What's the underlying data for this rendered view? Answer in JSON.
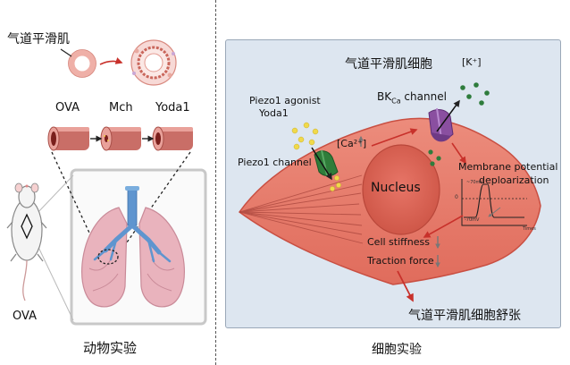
{
  "left_panel": {
    "label_asm": "气道平滑肌",
    "label_ova_top": "OVA",
    "label_mch": "Mch",
    "label_yoda1": "Yoda1",
    "label_ova_mouse": "OVA",
    "caption": "动物实验"
  },
  "right_panel": {
    "title": "气道平滑肌细胞",
    "k_ion": "[K⁺]",
    "bkca_main": "BK",
    "bkca_sub": "Ca",
    "bkca_rest": " channel",
    "piezo_agonist_1": "Piezo1 agonist",
    "piezo_agonist_2": "Yoda1",
    "ca_ion": "[Ca²⁺]",
    "piezo_channel": "Piezo1 channel",
    "nucleus": "Nucleus",
    "membrane_1": "Membrane potential",
    "membrane_2": "deploarization",
    "graph_v1": "~70mV",
    "graph_v0": "0",
    "graph_v2": "-70mV",
    "graph_time": "Times",
    "cell_stiffness": "Cell stiffness",
    "traction_force": "Traction force",
    "result": "气道平滑肌细胞舒张",
    "caption": "细胞实验"
  }
}
